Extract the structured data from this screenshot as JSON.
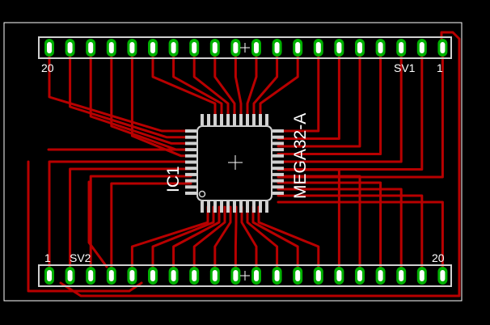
{
  "board": {
    "colors": {
      "background": "#000000",
      "outline": "#ffffff",
      "trace": "#b80000",
      "pad": "#00b000",
      "pad_hole": "#ffffff",
      "silk": "#d0d0d0"
    }
  },
  "ic": {
    "name": "IC1",
    "value": "MEGA32-A"
  },
  "connector_top": {
    "name": "SV1",
    "pin_first": "1",
    "pin_last": "20",
    "pin_count": 20
  },
  "connector_bottom": {
    "name": "SV2",
    "pin_first": "1",
    "pin_last": "20",
    "pin_count": 20
  }
}
